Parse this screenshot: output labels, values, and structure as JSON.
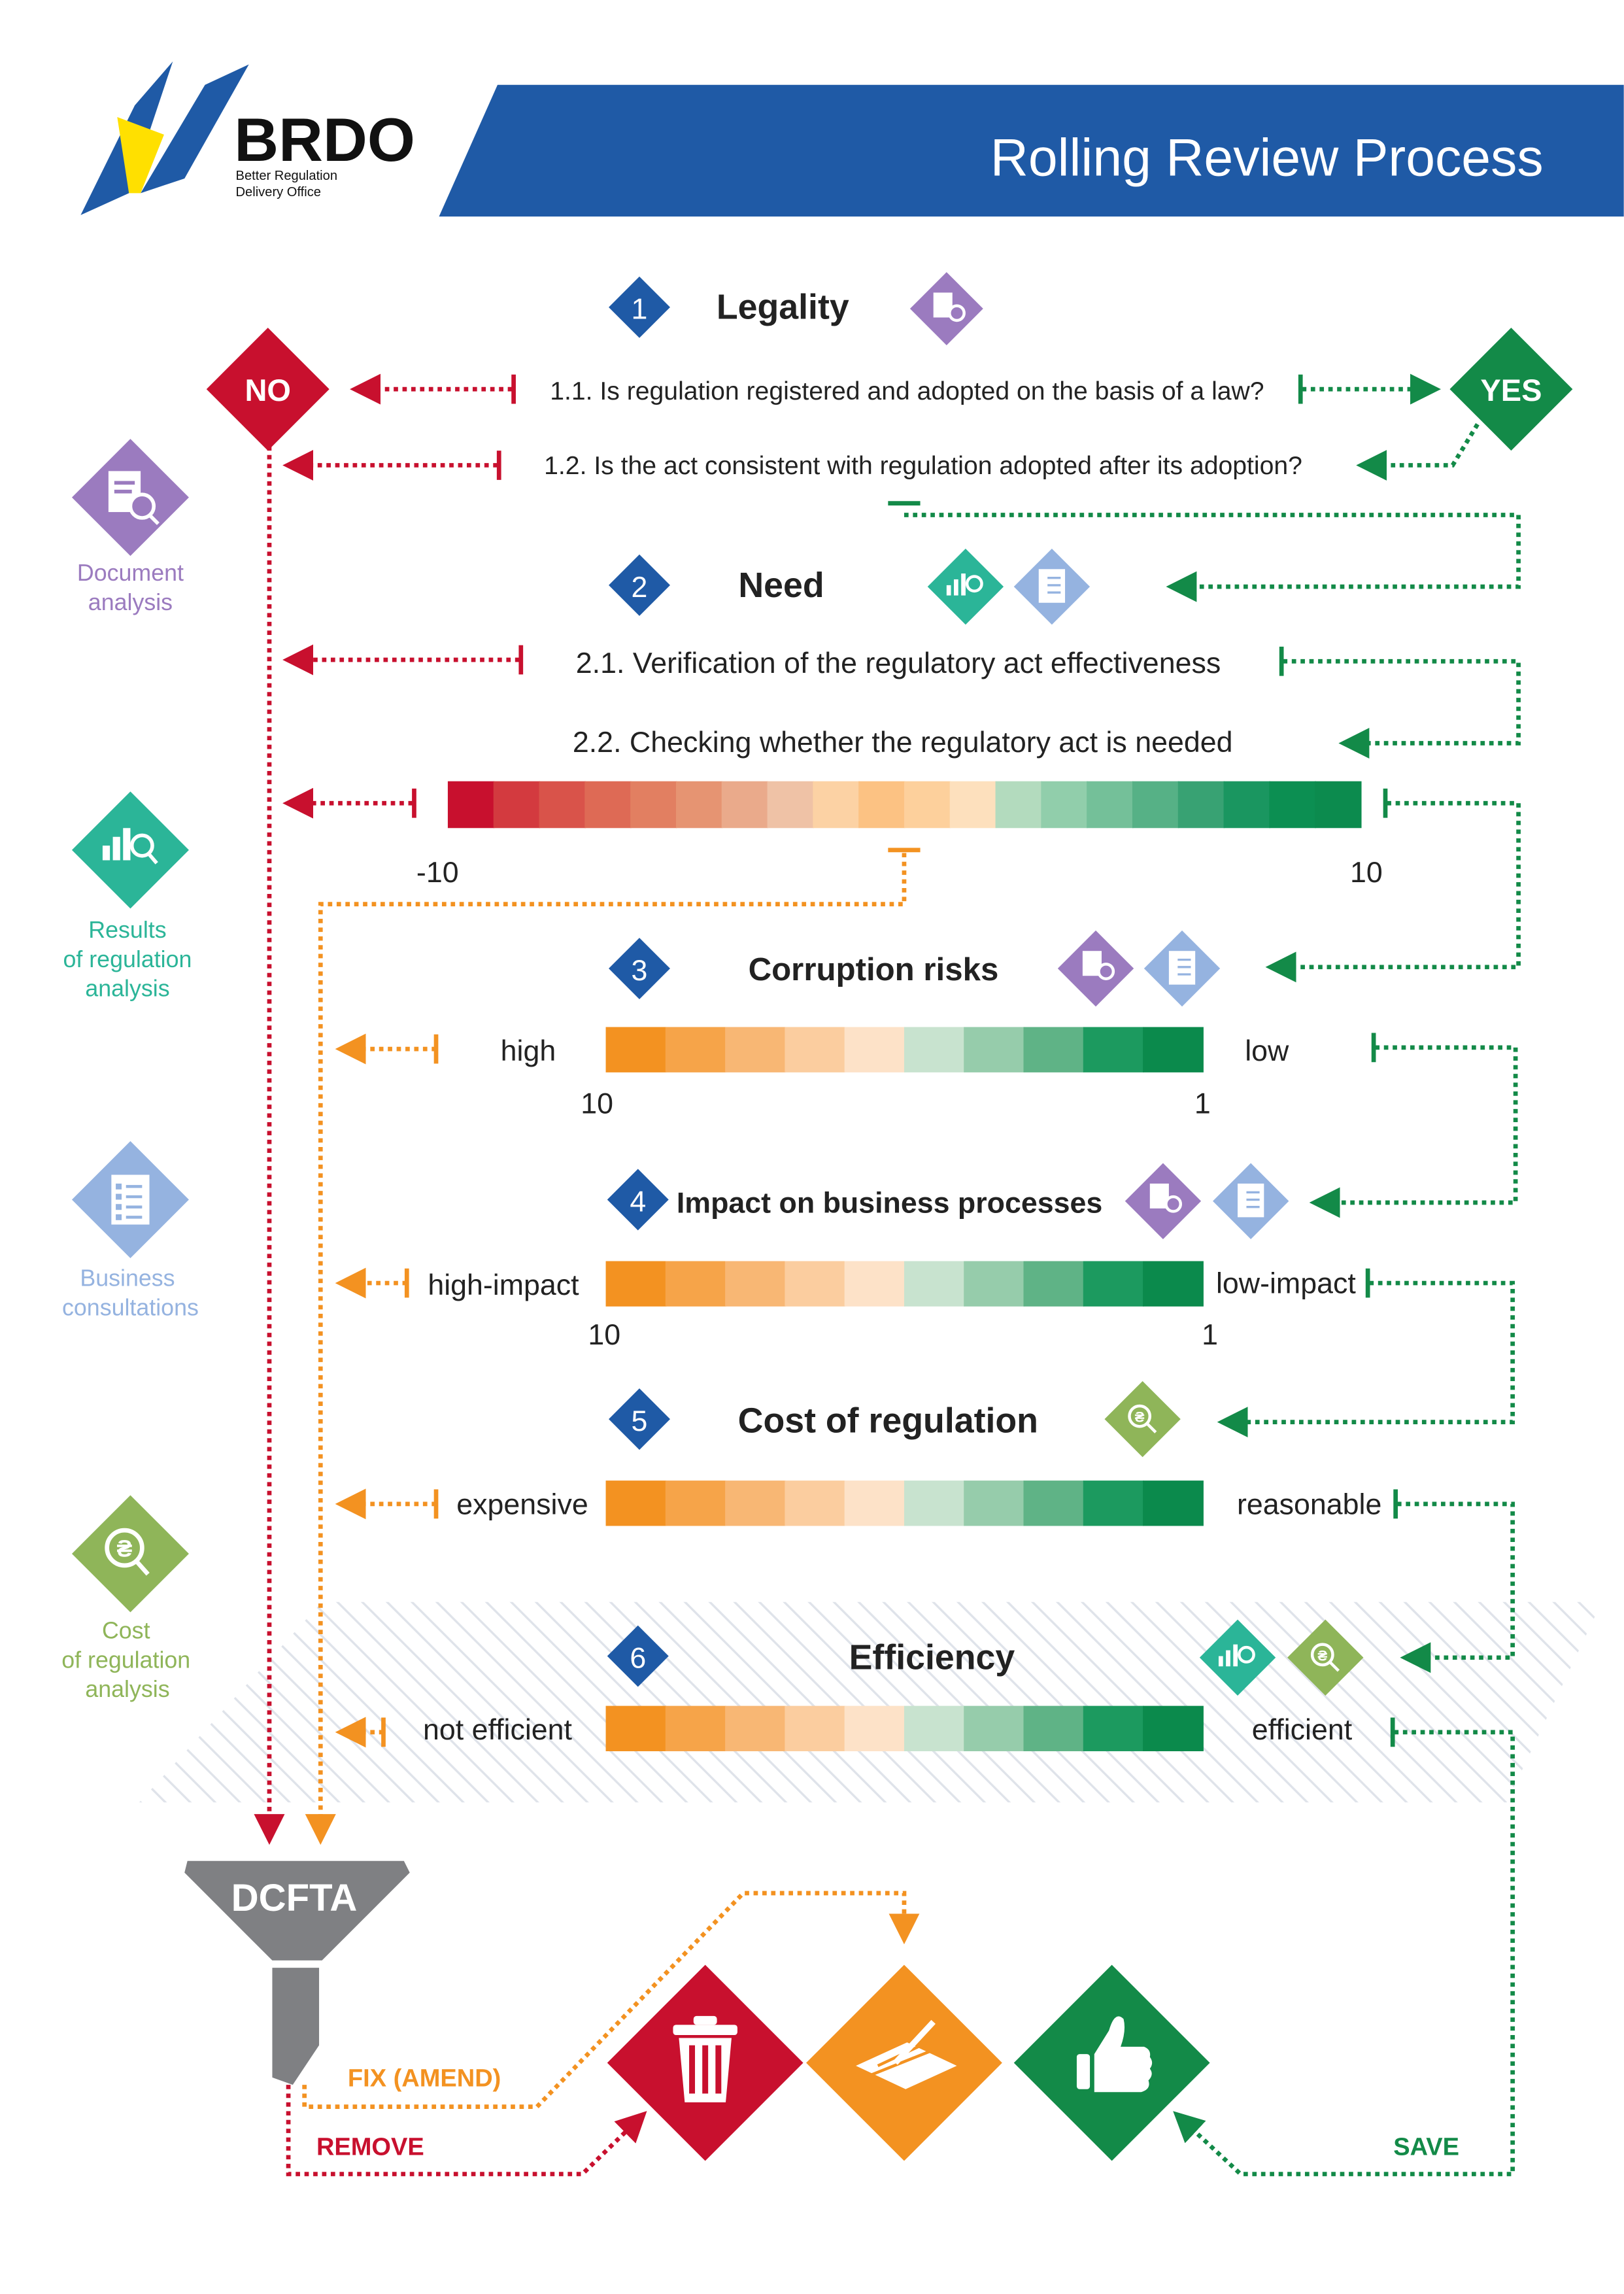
{
  "header": {
    "title": "Rolling Review Process",
    "logo": {
      "text": "BRDO",
      "sub1": "Better Regulation",
      "sub2": "Delivery Office"
    },
    "color": "#1f5aa6"
  },
  "colors": {
    "red": "#c8102e",
    "green": "#138a48",
    "orange": "#f39221",
    "blue": "#1f5aa6",
    "purple": "#9b7bbf",
    "teal": "#2bb598",
    "lightblue": "#95b3e0",
    "olive": "#8fb559",
    "gray": "#7f8083"
  },
  "decisions": {
    "no": "NO",
    "yes": "YES"
  },
  "legend": [
    {
      "icon": "document-analysis-icon",
      "lines": [
        "Document",
        "analysis"
      ],
      "color": "#9b7bbf"
    },
    {
      "icon": "results-analysis-icon",
      "lines": [
        "Results",
        "of regulation",
        "analysis"
      ],
      "color": "#2bb598"
    },
    {
      "icon": "business-consultations-icon",
      "lines": [
        "Business",
        "consultations"
      ],
      "color": "#95b3e0"
    },
    {
      "icon": "cost-analysis-icon",
      "lines": [
        "Cost",
        "of regulation",
        "analysis"
      ],
      "color": "#8fb559"
    }
  ],
  "steps": {
    "s1": {
      "num": "1",
      "title": "Legality"
    },
    "q11": "1.1. Is regulation registered and adopted on the basis of a law?",
    "q12": "1.2.  Is the act consistent with regulation adopted after its adoption?",
    "s2": {
      "num": "2",
      "title": "Need"
    },
    "q21": "2.1. Verification of the regulatory act effectiveness",
    "q22": "2.2. Checking whether the regulatory act is needed",
    "s3": {
      "num": "3",
      "title": "Corruption risks"
    },
    "s4": {
      "num": "4",
      "title": "Impact on business processes"
    },
    "s5": {
      "num": "5",
      "title": "Cost of regulation"
    },
    "s6": {
      "num": "6",
      "title": "Efficiency"
    }
  },
  "scales": {
    "need": {
      "min": "-10",
      "max": "10"
    },
    "corruption": {
      "left": "high",
      "right": "low",
      "min": "10",
      "max": "1"
    },
    "impact": {
      "left": "high-impact",
      "right": "low-impact",
      "min": "10",
      "max": "1"
    },
    "cost": {
      "left": "expensive",
      "right": "reasonable"
    },
    "efficiency": {
      "left": "not efficient",
      "right": "efficient"
    }
  },
  "outcomes": {
    "funnel": "DCFTA",
    "fix": "FIX (AMEND)",
    "remove": "REMOVE",
    "save": "SAVE",
    "icons": [
      "trash-icon",
      "edit-document-icon",
      "thumbs-up-icon"
    ]
  }
}
